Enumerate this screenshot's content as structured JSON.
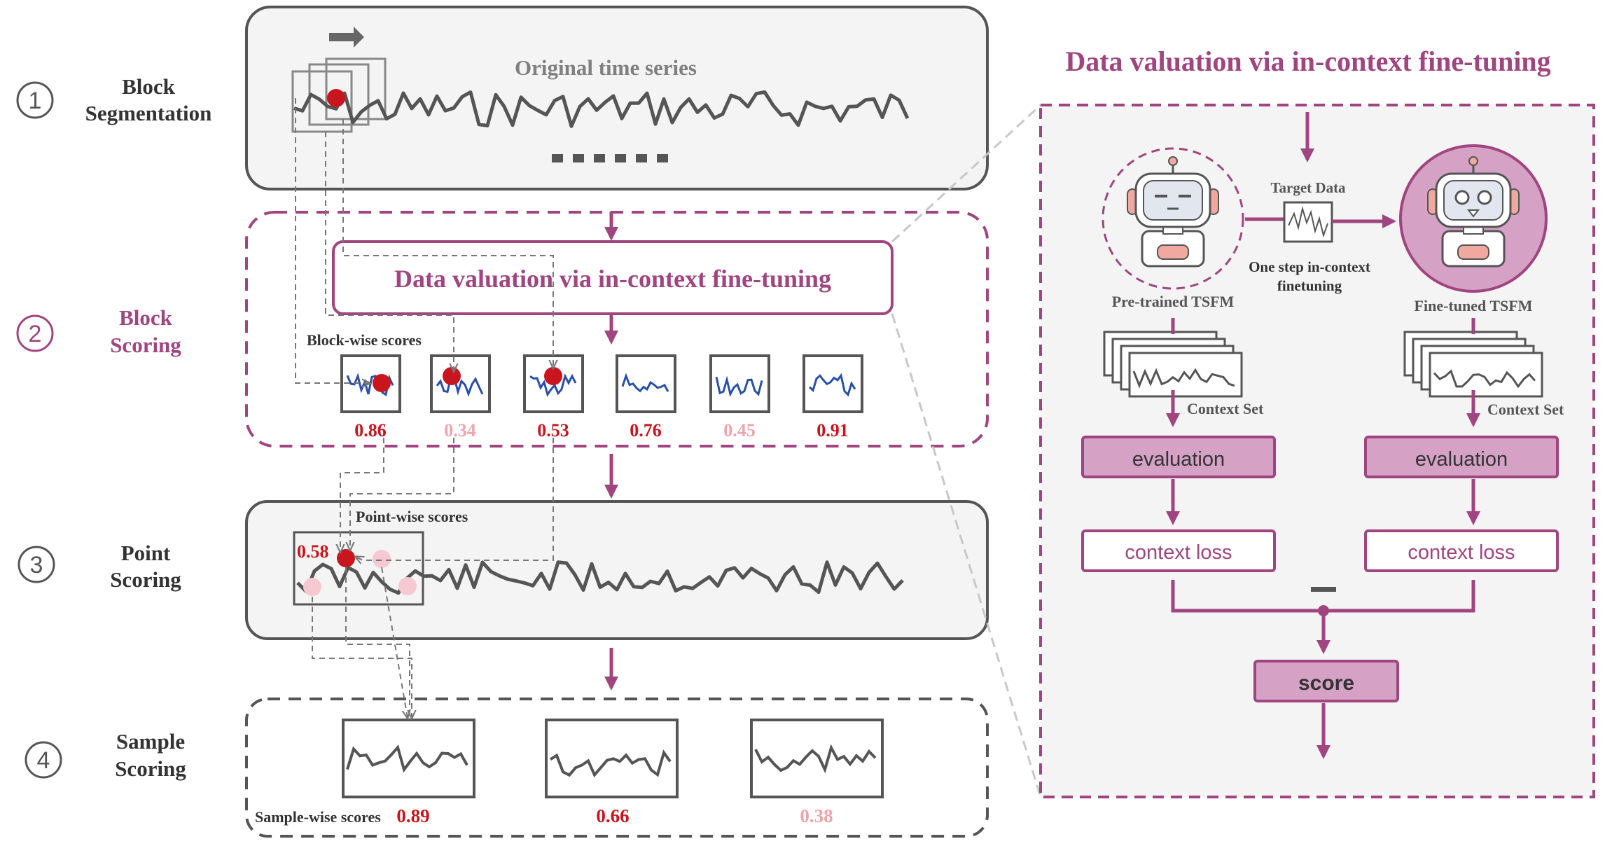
{
  "stages": [
    {
      "number": "1",
      "line1": "Block",
      "line2": "Segmentation"
    },
    {
      "number": "2",
      "line1": "Block",
      "line2": "Scoring"
    },
    {
      "number": "3",
      "line1": "Point",
      "line2": "Scoring"
    },
    {
      "number": "4",
      "line1": "Sample",
      "line2": "Scoring"
    }
  ],
  "panel1": {
    "title": "Original time series"
  },
  "panel2": {
    "callout": "Data valuation via in-context fine-tuning",
    "label": "Block-wise scores",
    "scores": [
      "0.86",
      "0.34",
      "0.53",
      "0.76",
      "0.45",
      "0.91"
    ],
    "score_emphasis": [
      "strong",
      "light",
      "strong",
      "strong",
      "light",
      "strong"
    ]
  },
  "panel3": {
    "label": "Point-wise scores",
    "point_score": "0.58"
  },
  "panel4": {
    "label": "Sample-wise scores",
    "scores": [
      "0.89",
      "0.66",
      "0.38"
    ],
    "score_emphasis": [
      "strong",
      "strong",
      "light"
    ]
  },
  "right_panel": {
    "title": "Data valuation via in-context fine-tuning",
    "target_label": "Target Data",
    "step_line1": "One step in-context",
    "step_line2": "finetuning",
    "left_model": "Pre-trained TSFM",
    "right_model": "Fine-tuned TSFM",
    "context_set": "Context Set",
    "evaluation": "evaluation",
    "context_loss": "context loss",
    "minus": "—",
    "score": "score"
  },
  "colors": {
    "magenta": "#a0457f",
    "magenta_fill": "#d5a2c6",
    "red": "#c9151e",
    "light_red": "#f0a3ab",
    "pink_point": "#f6c9d2",
    "dark": "#555555",
    "title_gray": "#808080",
    "panel_fill": "#f4f4f4",
    "blue": "#2850a8"
  }
}
